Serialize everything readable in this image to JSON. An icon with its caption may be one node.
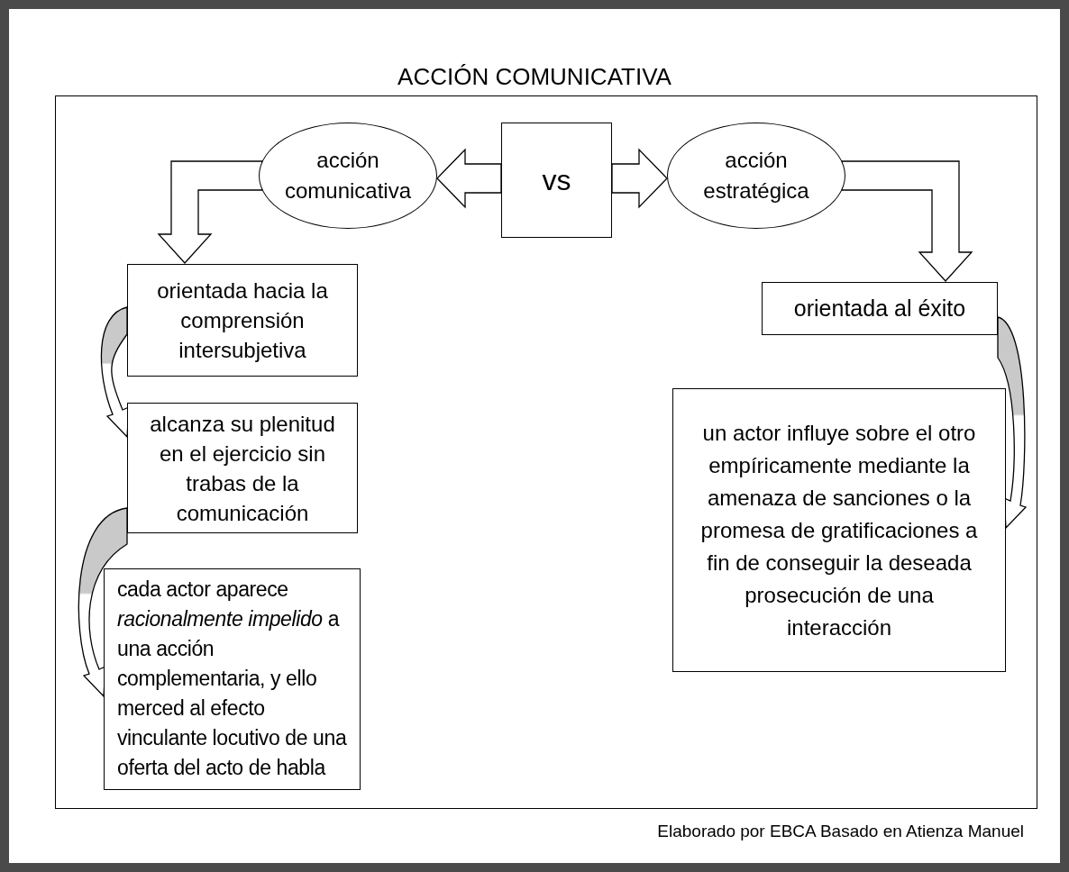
{
  "diagram": {
    "title": "ACCIÓN COMUNICATIVA",
    "caption": "Elaborado por EBCA Basado en Atienza Manuel",
    "nodes": [
      {
        "text": [
          "acción comunicativa"
        ]
      },
      {
        "text": [
          "vs"
        ]
      },
      {
        "text": [
          "acción estratégica"
        ]
      },
      {
        "text": [
          "orientada hacia la comprensión intersubjetiva"
        ]
      },
      {
        "text": [
          "alcanza su plenitud en el ejercicio sin trabas de la comunicación"
        ]
      },
      {
        "text": [
          "cada actor aparece *racionalmente impelido* a una acción complementaria, y ello merced al efecto vinculante locutivo de una oferta del acto de habla"
        ]
      },
      {
        "text": [
          "orientada al éxito"
        ]
      },
      {
        "text": [
          "un actor influye sobre el otro empíricamente mediante la amenaza de sanciones o la promesa de gratificaciones a fin de conseguir la deseada prosecución de una interacción"
        ]
      }
    ],
    "edges": [
      {
        "from": 0,
        "to": 3,
        "arrow": "to"
      },
      {
        "from": 1,
        "to": 0,
        "arrow": "to"
      },
      {
        "from": 1,
        "to": 2,
        "arrow": "to"
      },
      {
        "from": 2,
        "to": 6,
        "arrow": "to"
      },
      {
        "from": 3,
        "to": 4,
        "arrow": "to"
      },
      {
        "from": 4,
        "to": 5,
        "arrow": "to"
      },
      {
        "from": 6,
        "to": 7,
        "arrow": "to"
      }
    ]
  }
}
